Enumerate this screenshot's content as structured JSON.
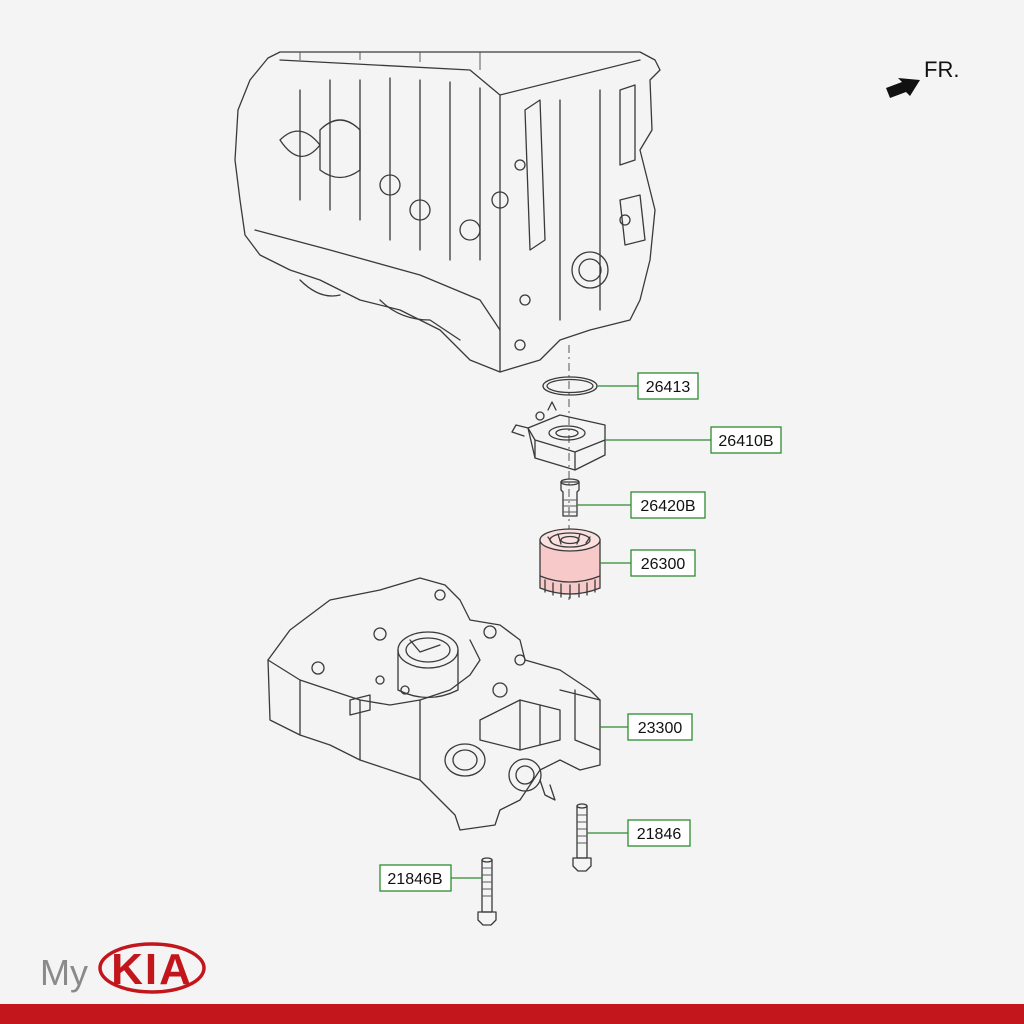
{
  "orientation": {
    "label": "FR."
  },
  "brand": {
    "prefix": "My",
    "name": "KIA",
    "accent_color": "#c3161c"
  },
  "callouts": [
    {
      "id": "26413",
      "label": "26413"
    },
    {
      "id": "26410B",
      "label": "26410B"
    },
    {
      "id": "26420B",
      "label": "26420B"
    },
    {
      "id": "26300",
      "label": "26300",
      "highlighted": true
    },
    {
      "id": "23300",
      "label": "23300"
    },
    {
      "id": "21846",
      "label": "21846"
    },
    {
      "id": "21846B",
      "label": "21846B"
    }
  ],
  "colors": {
    "callout_border": "#2e8b2e",
    "highlight_fill": "#f7c9c9",
    "footer_bar": "#c3161c"
  }
}
